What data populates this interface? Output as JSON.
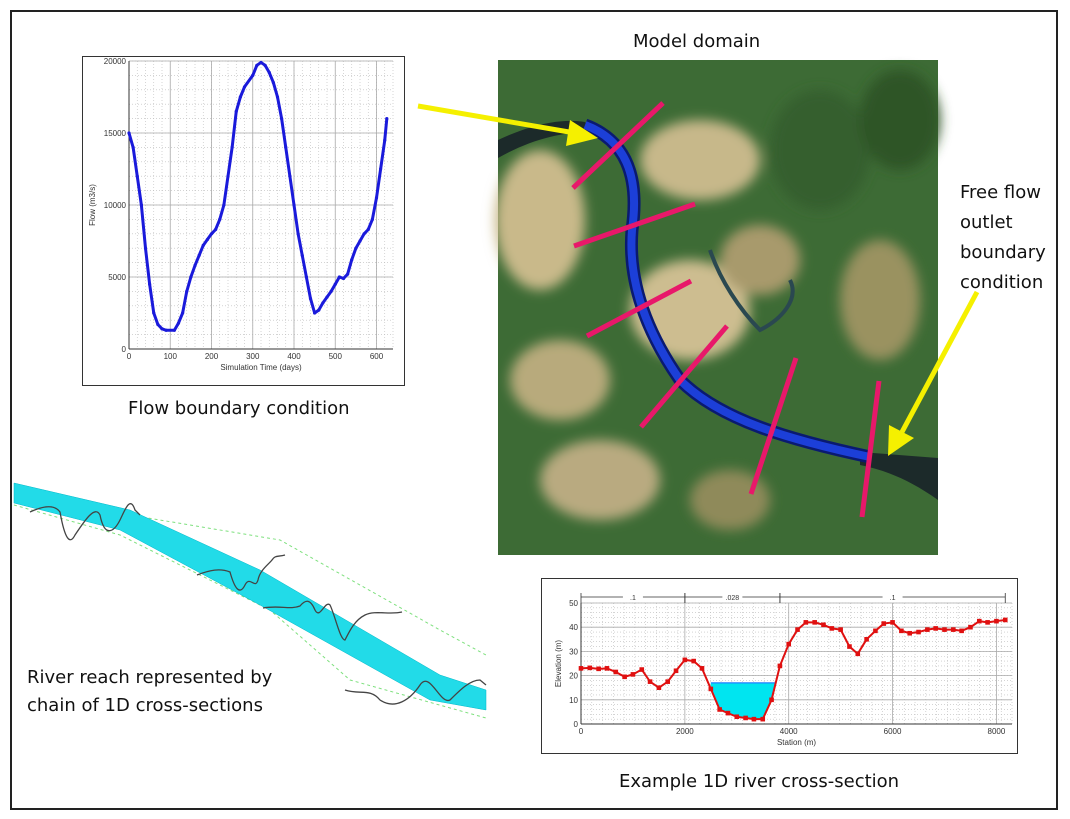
{
  "captions": {
    "model_domain": "Model domain",
    "outlet": [
      "Free flow",
      "outlet",
      "boundary",
      "condition"
    ],
    "flow_bc": "Flow boundary condition",
    "xs_example": "Example 1D river cross-section",
    "reach": [
      "River reach represented by",
      "chain of 1D cross-sections"
    ]
  },
  "colors": {
    "flow_line": "#1a1adb",
    "xs_line": "#e01010",
    "water": "#00e5f0",
    "river": "#1030d0",
    "xs_marker": "#e8186a",
    "arrow": "#f5f000"
  },
  "chart_data": [
    {
      "type": "line",
      "title": "",
      "xlabel": "Simulation Time (days)",
      "ylabel": "Flow  (m3/s)",
      "xlim": [
        0,
        640
      ],
      "ylim": [
        0,
        20000
      ],
      "xticks": [
        0,
        100,
        200,
        300,
        400,
        500,
        600
      ],
      "yticks": [
        0,
        5000,
        10000,
        15000,
        20000
      ],
      "grid": true,
      "x": [
        0,
        10,
        20,
        30,
        40,
        50,
        60,
        70,
        80,
        90,
        110,
        120,
        130,
        140,
        150,
        160,
        170,
        180,
        190,
        200,
        210,
        220,
        230,
        240,
        250,
        260,
        270,
        280,
        300,
        310,
        320,
        330,
        340,
        350,
        360,
        370,
        380,
        390,
        400,
        410,
        420,
        430,
        440,
        450,
        460,
        470,
        480,
        490,
        500,
        510,
        520,
        530,
        540,
        550,
        560,
        570,
        580,
        590,
        600,
        610,
        620,
        625
      ],
      "y": [
        15000,
        14000,
        12000,
        10000,
        7000,
        4500,
        2500,
        1700,
        1400,
        1300,
        1300,
        1800,
        2500,
        4000,
        5000,
        5800,
        6500,
        7200,
        7600,
        8000,
        8300,
        9000,
        10000,
        12000,
        14000,
        16500,
        17500,
        18200,
        19000,
        19700,
        19900,
        19700,
        19200,
        18500,
        17500,
        16000,
        14000,
        12000,
        10000,
        8000,
        6500,
        5000,
        3500,
        2500,
        2700,
        3200,
        3600,
        4000,
        4500,
        5000,
        4900,
        5200,
        6200,
        7000,
        7500,
        8000,
        8300,
        9000,
        10500,
        12500,
        14500,
        16000
      ]
    },
    {
      "type": "line",
      "title": "",
      "xlabel": "Station (m)",
      "ylabel": "Elevation (m)",
      "xlim": [
        0,
        8300
      ],
      "ylim": [
        0,
        50
      ],
      "xticks": [
        0,
        2000,
        4000,
        6000,
        8000
      ],
      "yticks": [
        0,
        10,
        20,
        30,
        40,
        50
      ],
      "grid": true,
      "water_level": 17,
      "water_extent": [
        2500,
        3750
      ],
      "mannings": [
        {
          "label": ".1",
          "from": 0,
          "to": 2000
        },
        {
          "label": ".028",
          "from": 2000,
          "to": 3830
        },
        {
          "label": ".1",
          "from": 3830,
          "to": 8170
        }
      ],
      "x": [
        0,
        170,
        340,
        500,
        670,
        840,
        1000,
        1170,
        1330,
        1500,
        1670,
        1830,
        2000,
        2170,
        2330,
        2500,
        2670,
        2830,
        3000,
        3170,
        3330,
        3500,
        3670,
        3830,
        4000,
        4170,
        4330,
        4500,
        4670,
        4830,
        5000,
        5170,
        5330,
        5500,
        5670,
        5830,
        6000,
        6170,
        6330,
        6500,
        6670,
        6830,
        7000,
        7170,
        7330,
        7500,
        7670,
        7830,
        8000,
        8170
      ],
      "y": [
        23,
        23.2,
        22.8,
        23,
        21.5,
        19.5,
        20.5,
        22.5,
        17.5,
        15,
        17.5,
        22,
        26.5,
        26,
        23,
        14.5,
        6,
        4.5,
        3,
        2.5,
        2,
        2,
        10,
        24,
        33,
        39,
        42,
        42,
        41,
        39.5,
        39,
        32,
        29,
        35,
        38.5,
        41.5,
        42,
        38.5,
        37.5,
        38,
        39,
        39.5,
        39,
        39,
        38.5,
        40,
        42.5,
        42,
        42.5,
        43
      ]
    }
  ]
}
